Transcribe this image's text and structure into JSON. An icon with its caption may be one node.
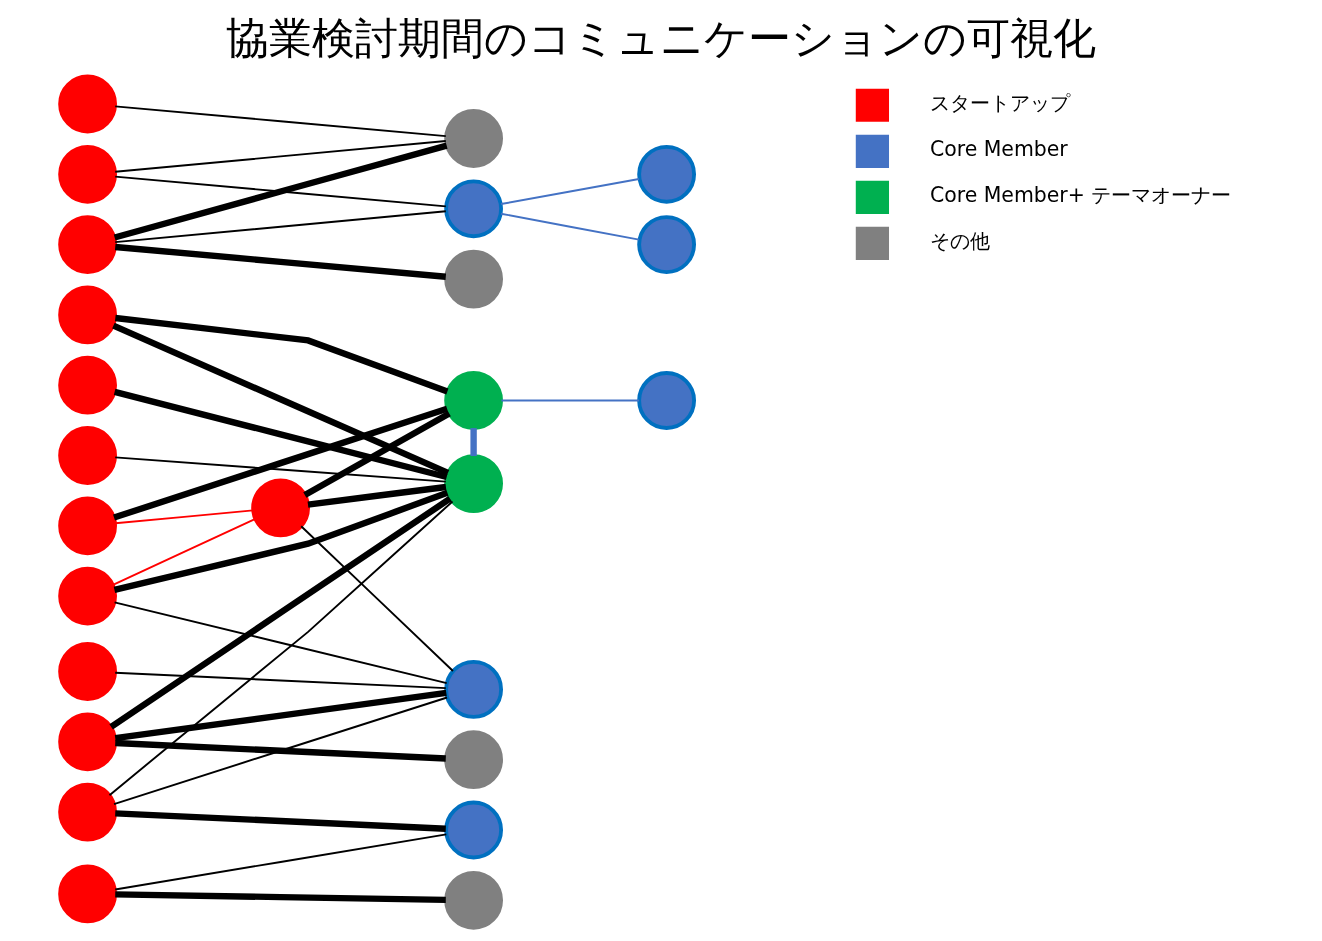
{
  "diagram": {
    "title": "協業検討期間のコミュニケーションの可視化",
    "nodes": [
      {
        "text": [],
        "shape": "circle"
      },
      {
        "text": [],
        "shape": "circle"
      },
      {
        "text": [],
        "shape": "circle"
      },
      {
        "text": [],
        "shape": "circle"
      },
      {
        "text": [],
        "shape": "circle"
      },
      {
        "text": [],
        "shape": "circle"
      },
      {
        "text": [],
        "shape": "circle"
      },
      {
        "text": [],
        "shape": "circle"
      },
      {
        "text": [],
        "shape": "circle"
      },
      {
        "text": [],
        "shape": "circle"
      },
      {
        "text": [],
        "shape": "circle"
      },
      {
        "text": [],
        "shape": "circle"
      },
      {
        "text": [],
        "shape": "circle"
      },
      {
        "text": [],
        "shape": "circle"
      },
      {
        "text": [],
        "shape": "circle"
      },
      {
        "text": [],
        "shape": "circle"
      },
      {
        "text": [],
        "shape": "circle"
      },
      {
        "text": [],
        "shape": "circle"
      },
      {
        "text": [],
        "shape": "circle"
      },
      {
        "text": [],
        "shape": "circle"
      },
      {
        "text": [],
        "shape": "circle"
      },
      {
        "text": [],
        "shape": "circle"
      },
      {
        "text": [],
        "shape": "circle"
      },
      {
        "text": [],
        "shape": "circle"
      },
      {
        "text": [],
        "shape": "circle"
      }
    ],
    "edges": [
      {
        "from": 0,
        "to": 1,
        "arrow": "none",
        "color": "#ff0000"
      },
      {
        "from": 3,
        "to": 1,
        "arrow": "none",
        "color": "#ff0000"
      },
      {
        "from": 0,
        "to": 22,
        "arrow": "none",
        "style": "thick"
      },
      {
        "from": 0,
        "to": 23,
        "arrow": "none"
      },
      {
        "from": 1,
        "to": 20,
        "arrow": "none",
        "style": "thick"
      },
      {
        "from": 1,
        "to": 22,
        "arrow": "none",
        "style": "thick"
      },
      {
        "from": 1,
        "to": 23,
        "arrow": "none"
      },
      {
        "from": 2,
        "to": 22,
        "arrow": "none",
        "style": "thick"
      },
      {
        "from": 3,
        "to": 20,
        "arrow": "none",
        "style": "thick"
      },
      {
        "from": 4,
        "to": 15,
        "arrow": "none"
      },
      {
        "from": 5,
        "to": 13,
        "arrow": "none",
        "style": "thick"
      },
      {
        "from": 5,
        "to": 24,
        "arrow": "none"
      },
      {
        "from": 6,
        "to": 14,
        "arrow": "none",
        "style": "thick"
      },
      {
        "from": 6,
        "to": 15,
        "arrow": "none",
        "style": "thick"
      },
      {
        "from": 6,
        "to": 18,
        "arrow": "none"
      },
      {
        "from": 7,
        "to": 15,
        "arrow": "none"
      },
      {
        "from": 7,
        "to": 18,
        "arrow": "none"
      },
      {
        "from": 8,
        "to": 20,
        "arrow": "none",
        "style": "thick"
      },
      {
        "from": 8,
        "to": 22,
        "arrow": "none",
        "style": "thick"
      },
      {
        "from": 9,
        "to": 22,
        "arrow": "none"
      },
      {
        "from": 9,
        "to": 23,
        "arrow": "none"
      },
      {
        "from": 9,
        "to": 24,
        "arrow": "none",
        "style": "thick"
      },
      {
        "from": 10,
        "to": 16,
        "arrow": "none",
        "style": "thick"
      },
      {
        "from": 10,
        "to": 22,
        "arrow": "none",
        "style": "thick"
      },
      {
        "from": 10,
        "to": 23,
        "arrow": "none",
        "style": "thick"
      },
      {
        "from": 11,
        "to": 22,
        "arrow": "none"
      },
      {
        "from": 12,
        "to": 23,
        "arrow": "none"
      },
      {
        "from": 20,
        "to": 22,
        "arrow": "none",
        "style": "thick",
        "color": "#4472c4"
      },
      {
        "from": 20,
        "to": 21,
        "arrow": "none",
        "color": "#4472c4"
      },
      {
        "from": 18,
        "to": 17,
        "arrow": "none",
        "color": "#4472c4"
      },
      {
        "from": 18,
        "to": 19,
        "arrow": "none",
        "color": "#4472c4"
      }
    ],
    "legend": [
      {
        "text": "スタートアップ",
        "color": "#ff0000"
      },
      {
        "text": "Core Member",
        "color": "#4472c4"
      },
      {
        "text": "Core Member+ テーマオーナー",
        "color": "#00b050"
      },
      {
        "text": "その他",
        "color": "#808080"
      }
    ]
  }
}
